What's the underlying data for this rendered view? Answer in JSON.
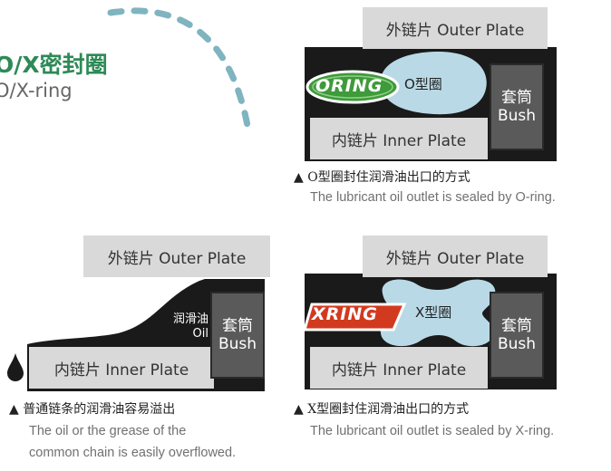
{
  "title": {
    "cn": "O/X密封圈",
    "en": "O/X-ring"
  },
  "diagram_oring": {
    "outer_plate": "外链片 Outer Plate",
    "inner_plate": "内链片 Inner Plate",
    "bush_cn": "套筒",
    "bush_en": "Bush",
    "badge": "ORING",
    "seal_label": "O型圈",
    "caption_cn": "▲ O型圈封住润滑油出口的方式",
    "caption_en": "The lubricant oil outlet is sealed by O-ring."
  },
  "diagram_common": {
    "outer_plate": "外链片 Outer Plate",
    "inner_plate": "内链片 Inner Plate",
    "bush_cn": "套筒",
    "bush_en": "Bush",
    "oil_cn": "润滑油",
    "oil_en": "Oil",
    "caption_cn": "▲ 普通链条的润滑油容易溢出",
    "caption_en_1": "The oil or the grease of the",
    "caption_en_2": "common chain is easily overflowed."
  },
  "diagram_xring": {
    "outer_plate": "外链片 Outer Plate",
    "inner_plate": "内链片 Inner Plate",
    "bush_cn": "套筒",
    "bush_en": "Bush",
    "badge": "XRING",
    "seal_label": "X型圈",
    "caption_cn": "▲ X型圈封住润滑油出口的方式",
    "caption_en": "The lubricant oil outlet is sealed by X-ring."
  },
  "colors": {
    "title_green": "#2e8a57",
    "plate_gray": "#d9d9d9",
    "bush_gray": "#5a5a5a",
    "seal_blue": "#b9d9e6",
    "oring_badge_green": "#3f9a3a",
    "xring_badge_red": "#d23a1f",
    "dash_teal": "#7fb4c0"
  }
}
